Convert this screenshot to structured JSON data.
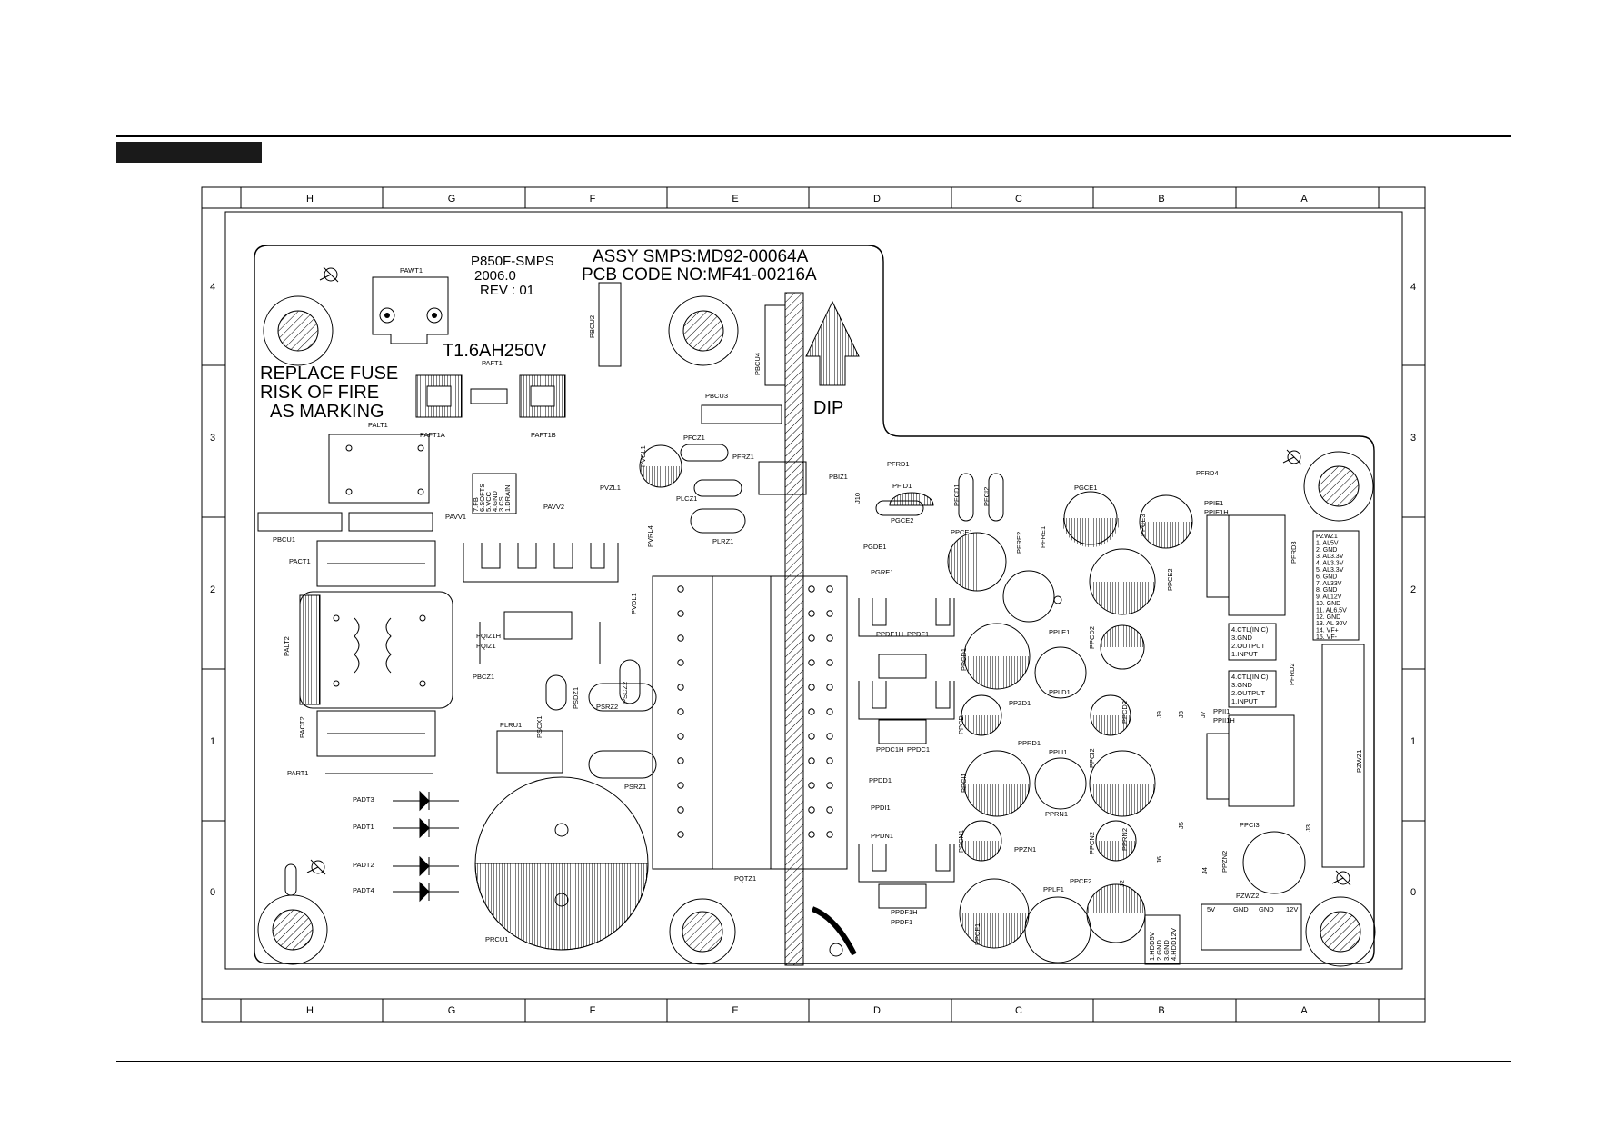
{
  "grid": {
    "columns": [
      "H",
      "G",
      "F",
      "E",
      "D",
      "C",
      "B",
      "A"
    ],
    "rows": [
      "4",
      "3",
      "2",
      "1",
      "0"
    ]
  },
  "board": {
    "model": "P850F-SMPS",
    "date": "2006.0",
    "rev": "REV : 01",
    "assy": "ASSY SMPS:MD92-00064A",
    "pcb_code": "PCB CODE NO:MF41-00216A",
    "fuse_rating": "T1.6AH250V",
    "warning": [
      "REPLACE FUSE",
      "RISK OF FIRE",
      "AS MARKING"
    ],
    "dip_label": "DIP"
  },
  "pin_tables": {
    "pqiz": [
      "7.FB",
      "6.SOFTS",
      "5.VCC",
      "4.GND",
      "3.CS",
      "1.DRAIN"
    ],
    "ctl_upper": [
      "4.CTL(IN.C)",
      "3.GND",
      "2.OUTPUT",
      "1.INPUT"
    ],
    "ctl_lower": [
      "4.CTL(IN.C)",
      "3.GND",
      "2.OUTPUT",
      "1.INPUT"
    ],
    "pzwz1": [
      "PZWZ1",
      "1. AL5V",
      "2. GND",
      "3. AL3.3V",
      "4. AL3.3V",
      "5. AL3.3V",
      "6. GND",
      "7. AL33V",
      "8. GND",
      "9. AL12V",
      "10. GND",
      "11. AL6.5V",
      "12. GND",
      "13. AL 30V",
      "14. VF+",
      "15. VF-"
    ],
    "hdd": [
      "1.HDD5V",
      "2.GND",
      "3.GND",
      "4.HDD12V"
    ],
    "pzwz2_pins": [
      "5V",
      "GND",
      "GND",
      "12V"
    ]
  },
  "labels": {
    "pawt1": "PAWT1",
    "paft1": "PAFT1",
    "paft1a": "PAFT1A",
    "paft1b": "PAFT1B",
    "palt1": "PALT1",
    "pavv1": "PAVV1",
    "pbcu1": "PBCU1",
    "pact1": "PACT1",
    "palt2": "PALT2",
    "pact2": "PACT2",
    "part1": "PART1",
    "padt3": "PADT3",
    "padt1": "PADT1",
    "padt2": "PADT2",
    "padt4": "PADT4",
    "prcu1": "PRCU1",
    "pavv2": "PAVV2",
    "pqiz1h": "PQIZ1H",
    "pqiz1": "PQIZ1",
    "pbcz1": "PBCZ1",
    "pscx1": "PSCX1",
    "psdz1": "PSDZ1",
    "psrz2": "PSRZ2",
    "pscz2": "PSCZ2",
    "plru1": "PLRU1",
    "psrz1": "PSRZ1",
    "pbcu2": "PBCU2",
    "pbcu3": "PBCU3",
    "pbcu4": "PBCU4",
    "pvcl1": "PVCL1",
    "pvzl1": "PVZL1",
    "pvrl4": "PVRL4",
    "pvdl1": "PVDL1",
    "pfcz1": "PFCZ1",
    "pfrz1": "PFRZ1",
    "plcz1": "PLCZ1",
    "plrz1": "PLRZ1",
    "pqtz1": "PQTZ1",
    "pbiz1": "PBIZ1",
    "j10": "J10",
    "pfrd1": "PFRD1",
    "pfid1": "PFID1",
    "pfcd1": "PFCD1",
    "pfci2": "PFCI2",
    "pgce2": "PGCE2",
    "pgde1": "PGDE1",
    "pgre1": "PGRE1",
    "ppce1": "PPCE1",
    "pfre2": "PFRE2",
    "pfre1": "PFRE1",
    "pgce1": "PGCE1",
    "ppce3": "PPCE3",
    "pfrd4": "PFRD4",
    "ppie1": "PPIE1",
    "ppie1h": "PPIE1H",
    "pfrd3": "PFRD3",
    "ppce2": "PPCE2",
    "pple1": "PPLE1",
    "ppde1h": "PPDE1H",
    "ppdf1": "PPDF1",
    "ppcd1": "PPCD1",
    "ppcd2": "PPCD2",
    "ppld1": "PPLD1",
    "pfrd2": "PFRD2",
    "ppcd": "PPCD",
    "ppzd1": "PPZD1",
    "pprd1": "PPRD1",
    "pprd2": "PPCD2",
    "ppci1": "PPCI1",
    "ppli1": "PPLI1",
    "ppci2": "PPCI2",
    "ppii1": "PPII1",
    "ppii1h": "PPII1H",
    "ppdc1h": "PPDC1H",
    "ppdc1": "PPDC1",
    "ppdd1": "PPDD1",
    "ppdi1": "PPDI1",
    "ppdn1": "PPDN1",
    "pprn1": "PPRN1",
    "ppcn1": "PPCN1",
    "ppzn1": "PPZN1",
    "ppcn2": "PPCN2",
    "ppcf2": "PPCF2",
    "pprn2": "PPRN2",
    "ppzn2": "PPZN2",
    "ppci3": "PPCI3",
    "pzwz2": "PZWZ2",
    "pzwz1": "PZWZ1",
    "ppdf1h": "PPDF1H",
    "ppdf1b": "PPDF1",
    "ppcf1": "PPCF1",
    "pplf1": "PPLF1",
    "j2": "J2",
    "j3": "J3",
    "j4": "J4",
    "j5": "J5",
    "j6": "J6",
    "j7": "J7",
    "j8": "J8",
    "j9": "J9"
  }
}
